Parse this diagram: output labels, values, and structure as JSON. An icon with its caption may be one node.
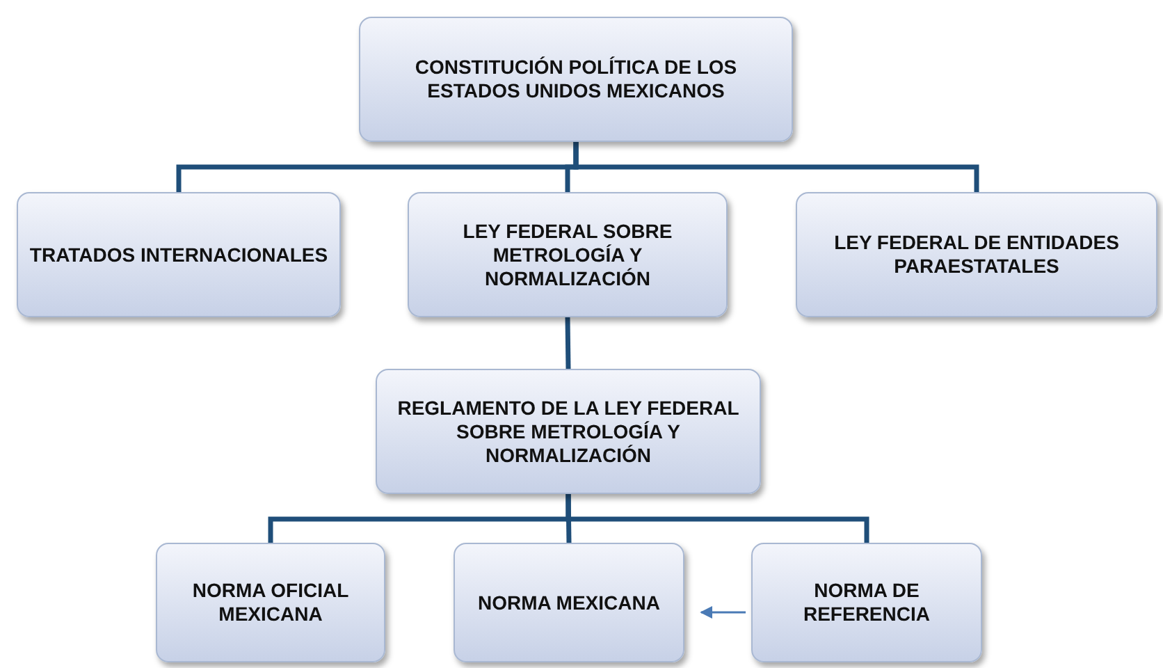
{
  "diagram": {
    "nodes": [
      {
        "text": [
          "CONSTITUCIÓN POLÍTICA DE LOS ESTADOS UNIDOS MEXICANOS"
        ]
      },
      {
        "text": [
          "TRATADOS INTERNACIONALES"
        ]
      },
      {
        "text": [
          "LEY FEDERAL SOBRE METROLOGÍA Y NORMALIZACIÓN"
        ]
      },
      {
        "text": [
          "LEY FEDERAL DE ENTIDADES PARAESTATALES"
        ]
      },
      {
        "text": [
          "REGLAMENTO DE LA LEY FEDERAL SOBRE METROLOGÍA Y NORMALIZACIÓN"
        ]
      },
      {
        "text": [
          "NORMA OFICIAL MEXICANA"
        ]
      },
      {
        "text": [
          "NORMA MEXICANA"
        ]
      },
      {
        "text": [
          "NORMA DE REFERENCIA"
        ]
      }
    ],
    "edges": [
      {
        "from": 0,
        "to": 1,
        "arrow": "none"
      },
      {
        "from": 0,
        "to": 2,
        "arrow": "none"
      },
      {
        "from": 0,
        "to": 3,
        "arrow": "none"
      },
      {
        "from": 2,
        "to": 4,
        "arrow": "none"
      },
      {
        "from": 4,
        "to": 5,
        "arrow": "none"
      },
      {
        "from": 4,
        "to": 6,
        "arrow": "none"
      },
      {
        "from": 4,
        "to": 7,
        "arrow": "none"
      },
      {
        "from": 7,
        "to": 6,
        "arrow": "to",
        "color": "#4a7ab5"
      }
    ]
  }
}
